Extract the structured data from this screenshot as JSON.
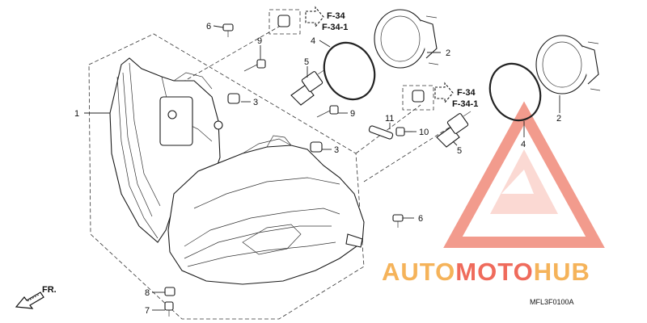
{
  "callouts": {
    "c1": "1",
    "c2a": "2",
    "c2b": "2",
    "c3a": "3",
    "c3b": "3",
    "c4a": "4",
    "c4b": "4",
    "c5a": "5",
    "c5b": "5",
    "c6a": "6",
    "c6b": "6",
    "c7": "7",
    "c8": "8",
    "c9a": "9",
    "c9b": "9",
    "c10": "10",
    "c11": "11"
  },
  "references": {
    "ref_top_1": "F-34",
    "ref_top_2": "F-34-1",
    "ref_mid_1": "F-34",
    "ref_mid_2": "F-34-1"
  },
  "front_arrow": "FR.",
  "diagram_code": "MFL3F0100A",
  "watermark": {
    "part1": "AUTO",
    "part2": "MOTO",
    "part3": "HUB",
    "colors": {
      "orange": "#f5b35a",
      "red": "#ef6b5c"
    }
  }
}
